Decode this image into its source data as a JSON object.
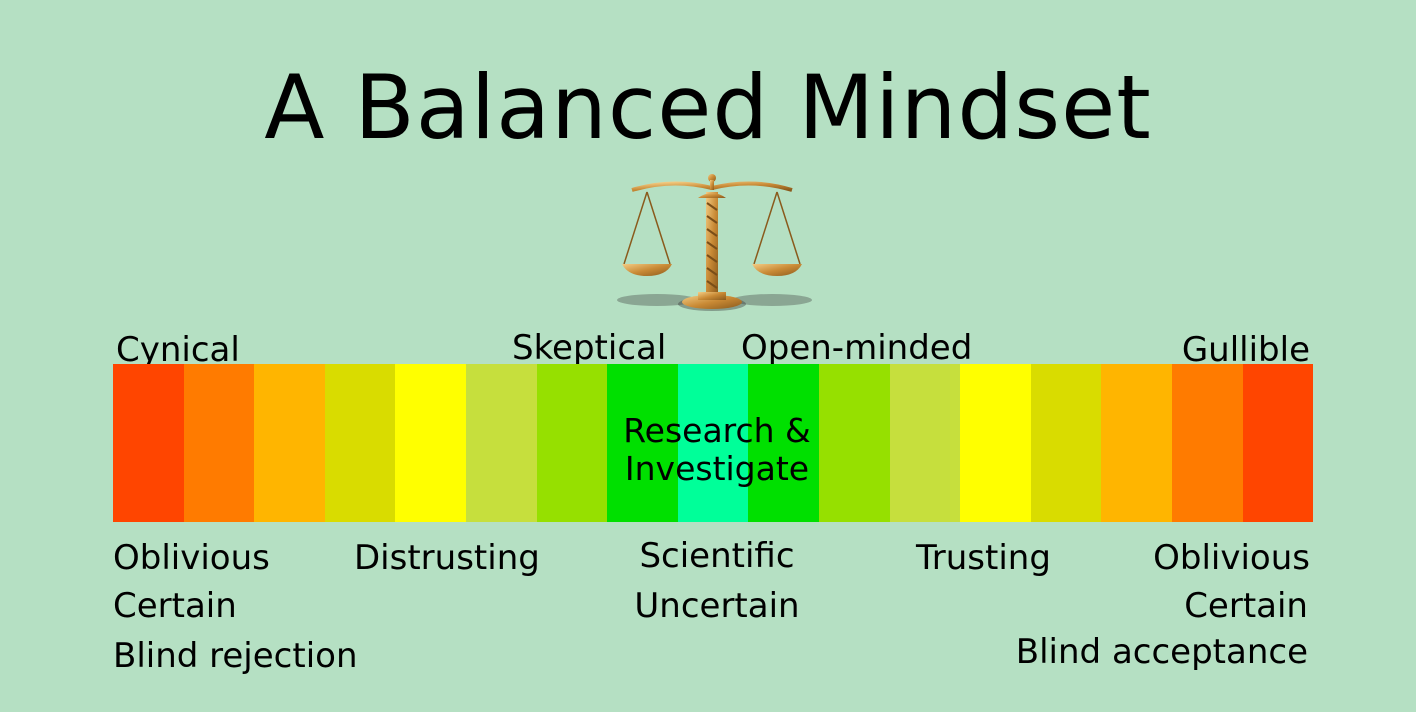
{
  "title": "A Balanced Mindset",
  "icon": "scales-of-justice-icon",
  "top_labels": {
    "cynical": "Cynical",
    "skeptical": "Skeptical",
    "open_minded": "Open-minded",
    "gullible": "Gullible"
  },
  "center_label": {
    "line1": "Research &",
    "line2": "Investigate"
  },
  "bottom_left": [
    "Oblivious",
    "Certain",
    "Blind rejection"
  ],
  "distrusting": "Distrusting",
  "center_bottom": [
    "Scientific",
    "Uncertain"
  ],
  "trusting": "Trusting",
  "bottom_right": [
    "Oblivious",
    "Certain",
    "Blind acceptance"
  ],
  "spectrum_colors": [
    "#ff4500",
    "#ff7b00",
    "#ffb500",
    "#d9dc00",
    "#ffff00",
    "#c6df3d",
    "#96e000",
    "#00e000",
    "#00ff99",
    "#00e000",
    "#96e000",
    "#c6df3d",
    "#ffff00",
    "#d9dc00",
    "#ffb500",
    "#ff7b00",
    "#ff4500"
  ]
}
